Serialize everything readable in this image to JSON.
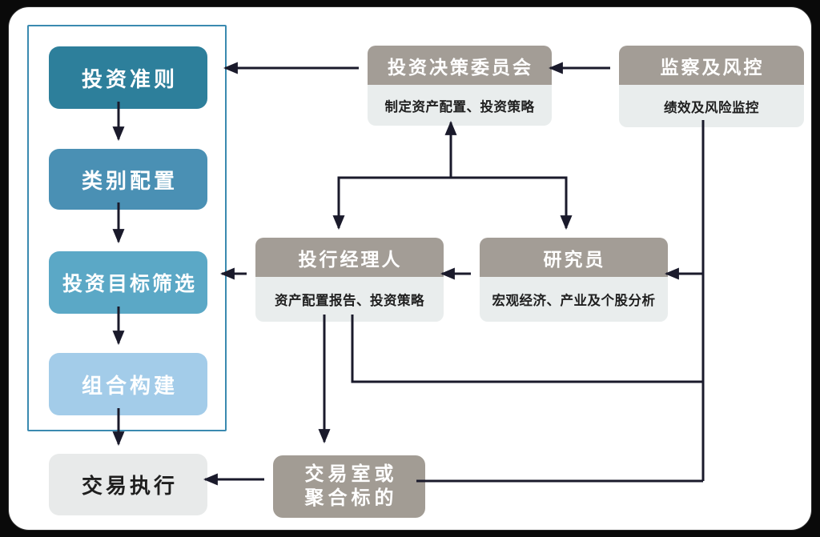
{
  "colors": {
    "step_guidelines": "#2D7F9B",
    "step_allocation": "#4A90B4",
    "step_screening": "#5BA8C6",
    "step_construction": "#A3CCE9",
    "node_header": "#A39D96",
    "node_body": "#E9EDED",
    "trading_desk": "#A29C94",
    "light_box": "#E8EAEA",
    "panel_border": "#3A8AB0",
    "arrow": "#1A1A2B"
  },
  "diagram": {
    "left_panel": {
      "steps": [
        {
          "label": "投资准则",
          "color": "#2D7F9B"
        },
        {
          "label": "类别配置",
          "color": "#4A90B4"
        },
        {
          "label": "投资目标筛选",
          "color": "#5BA8C6"
        },
        {
          "label": "组合构建",
          "color": "#A3CCE9"
        }
      ]
    },
    "nodes": {
      "committee": {
        "title": "投资决策委员会",
        "subtitle": "制定资产配置、投资策略"
      },
      "risk_control": {
        "title": "监察及风控",
        "subtitle": "绩效及风险监控"
      },
      "portfolio_manager": {
        "title": "投行经理人",
        "subtitle": "资产配置报告、投资策略"
      },
      "researcher": {
        "title": "研究员",
        "subtitle": "宏观经济、产业及个股分析"
      },
      "trading_desk": {
        "lines": [
          "交易室或",
          "聚合标的"
        ]
      },
      "trade_execution": {
        "label": "交易执行"
      }
    }
  }
}
